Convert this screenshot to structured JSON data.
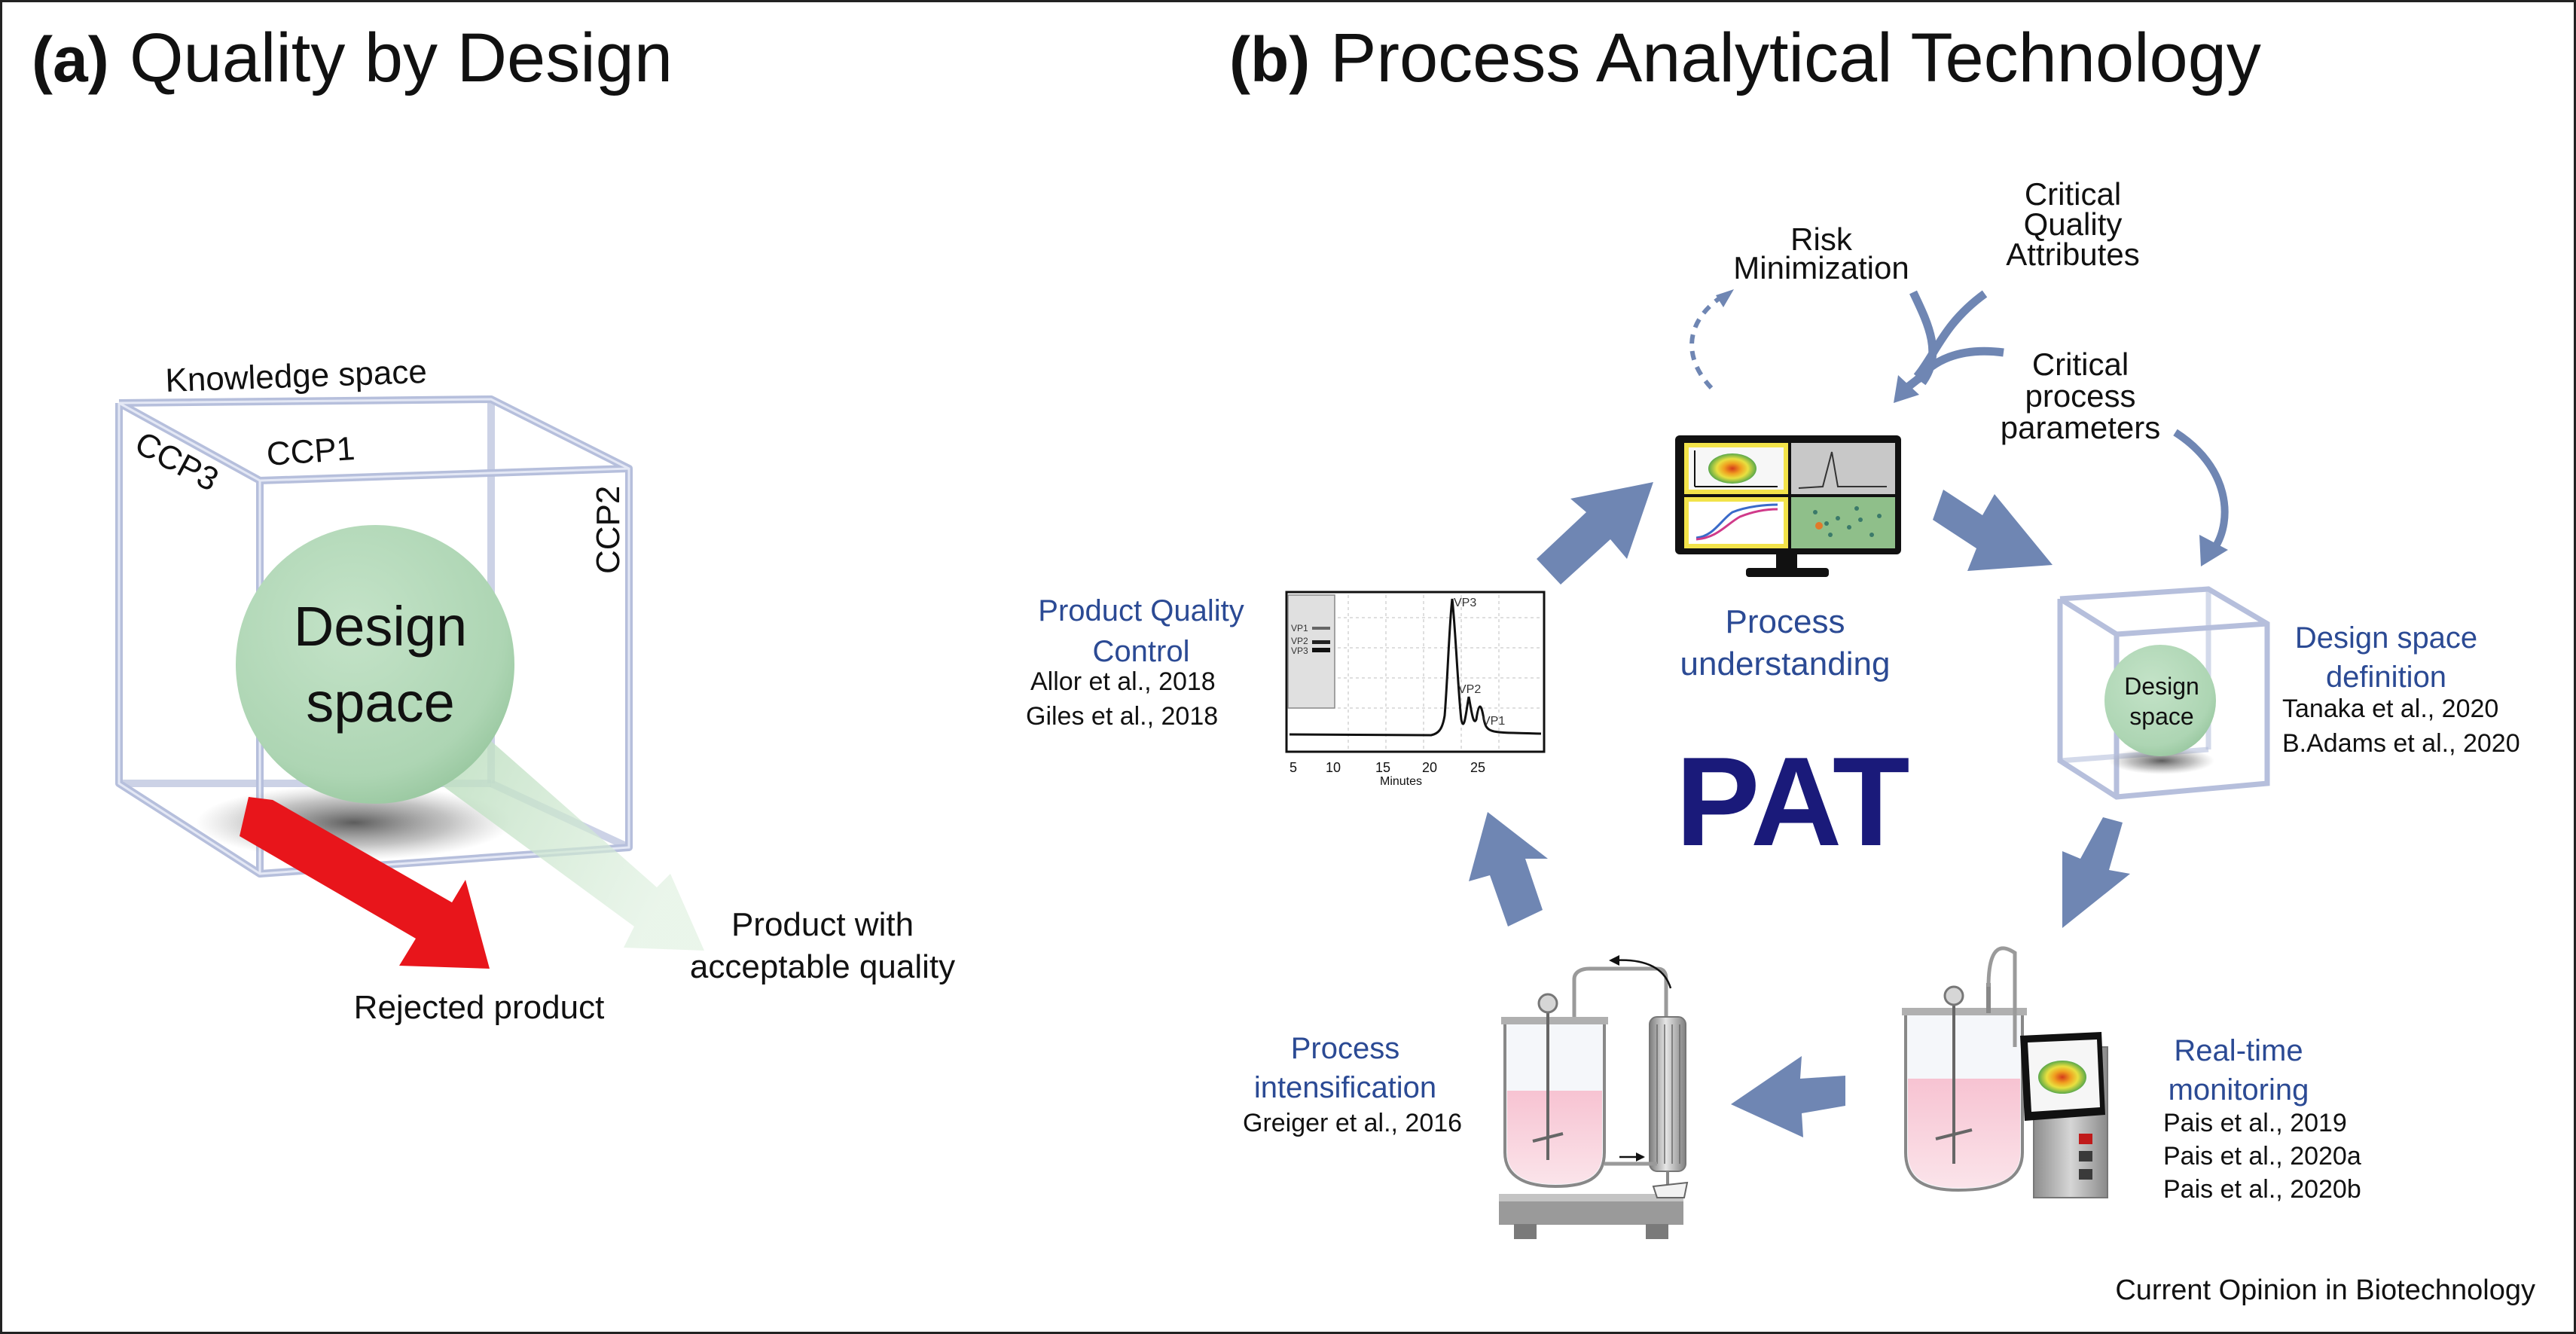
{
  "panel_a": {
    "label": "(a)",
    "title": "Quality by Design",
    "knowledge_space": "Knowledge space",
    "ccp1": "CCP1",
    "ccp2": "CCP2",
    "ccp3": "CCP3",
    "design_space": [
      "Design",
      "space"
    ],
    "acceptable_product": [
      "Product with",
      "acceptable quality"
    ],
    "rejected_product": "Rejected product"
  },
  "panel_b": {
    "label": "(b)",
    "title": "Process Analytical Technology",
    "center": "PAT",
    "risk_minimization": [
      "Risk",
      "Minimization"
    ],
    "critical_quality_attributes": [
      "Critical",
      "Quality",
      "Attributes"
    ],
    "critical_process_parameters": [
      "Critical",
      "process",
      "parameters"
    ],
    "process_understanding": [
      "Process",
      "understanding"
    ],
    "design_space_definition": {
      "heading": [
        "Design space",
        "definition"
      ],
      "refs": [
        "Tanaka et al., 2020",
        "B.Adams et al., 2020"
      ],
      "sphere_label": [
        "Design",
        "space"
      ]
    },
    "realtime_monitoring": {
      "heading": [
        "Real-time",
        "monitoring"
      ],
      "refs": [
        "Pais et al., 2019",
        "Pais et al., 2020a",
        "Pais et al., 2020b"
      ]
    },
    "process_intensification": {
      "heading": [
        "Process",
        "intensification"
      ],
      "refs": [
        "Greiger et al., 2016"
      ]
    },
    "product_quality_control": {
      "heading": [
        "Product Quality",
        "Control"
      ],
      "refs": [
        "Allor et al., 2018",
        "Giles et al., 2018"
      ]
    },
    "chromatogram": {
      "peaks": [
        "VP3",
        "VP2",
        "VP1"
      ],
      "gel_bands": [
        "VP1",
        "VP2",
        "VP3"
      ],
      "ticks": [
        "5",
        "10",
        "15",
        "20",
        "25"
      ],
      "xlabel": "Minutes"
    }
  },
  "footer": "Current Opinion in Biotechnology",
  "colors": {
    "arrow_blue": "#6f86b3",
    "heading_blue": "#2b4a94",
    "pat_navy": "#1a1a7a",
    "sphere_green": "#b7dcbc",
    "reject_red": "#e8151b",
    "cube_edge": "#b6bfdc"
  }
}
